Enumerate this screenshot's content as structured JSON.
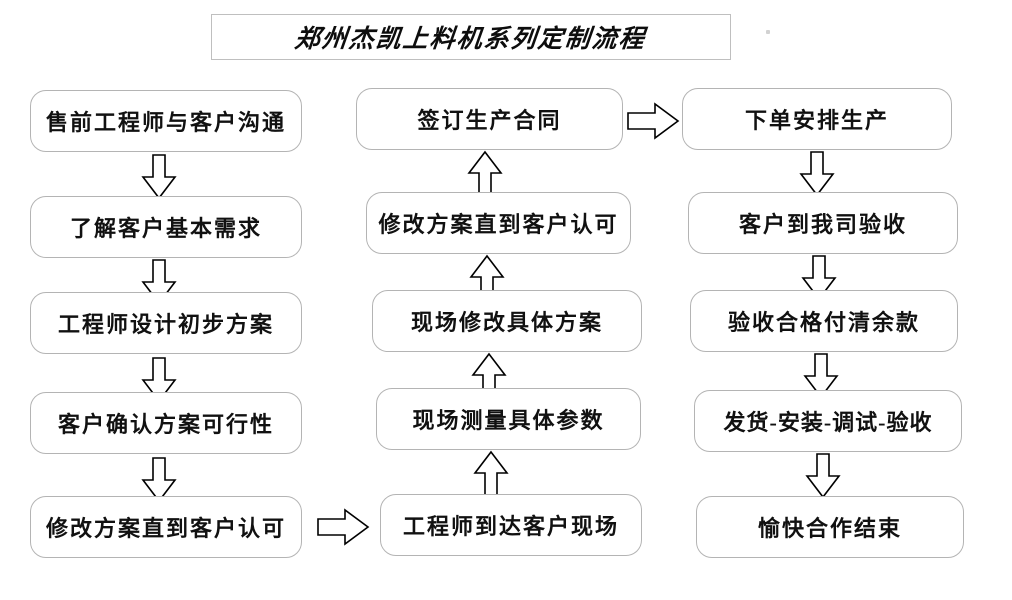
{
  "title": {
    "text": "郑州杰凯上料机系列定制流程"
  },
  "columns": [
    {
      "name": "pre-sales-column",
      "steps": [
        {
          "label": "售前工程师与客户沟通"
        },
        {
          "label": "了解客户基本需求"
        },
        {
          "label": "工程师设计初步方案"
        },
        {
          "label": "客户确认方案可行性"
        },
        {
          "label": "修改方案直到客户认可"
        }
      ]
    },
    {
      "name": "on-site-column",
      "steps": [
        {
          "label": "签订生产合同"
        },
        {
          "label": "修改方案直到客户认可"
        },
        {
          "label": "现场修改具体方案"
        },
        {
          "label": "现场测量具体参数"
        },
        {
          "label": "工程师到达客户现场"
        }
      ]
    },
    {
      "name": "production-column",
      "steps": [
        {
          "label": "下单安排生产"
        },
        {
          "label": "客户到我司验收"
        },
        {
          "label": "验收合格付清余款"
        },
        {
          "label": "发货-安装-调试-验收"
        },
        {
          "label": "愉快合作结束"
        }
      ]
    }
  ],
  "connectors": [
    {
      "name": "arrow-col1-step1-to-step2",
      "direction": "down"
    },
    {
      "name": "arrow-col1-step2-to-step3",
      "direction": "down"
    },
    {
      "name": "arrow-col1-step3-to-step4",
      "direction": "down"
    },
    {
      "name": "arrow-col1-step4-to-step5",
      "direction": "down"
    },
    {
      "name": "arrow-col1-to-col2",
      "direction": "right"
    },
    {
      "name": "arrow-col2-step5-to-step4",
      "direction": "up"
    },
    {
      "name": "arrow-col2-step4-to-step3",
      "direction": "up"
    },
    {
      "name": "arrow-col2-step3-to-step2",
      "direction": "up"
    },
    {
      "name": "arrow-col2-step2-to-step1",
      "direction": "up"
    },
    {
      "name": "arrow-col2-to-col3",
      "direction": "right"
    },
    {
      "name": "arrow-col3-step1-to-step2",
      "direction": "down"
    },
    {
      "name": "arrow-col3-step2-to-step3",
      "direction": "down"
    },
    {
      "name": "arrow-col3-step3-to-step4",
      "direction": "down"
    },
    {
      "name": "arrow-col3-step4-to-step5",
      "direction": "down"
    }
  ],
  "colors": {
    "box_border": "#b4b4b4",
    "title_border": "#bfbfbf",
    "text": "#111111",
    "arrow_stroke": "#000000",
    "background": "#ffffff"
  }
}
